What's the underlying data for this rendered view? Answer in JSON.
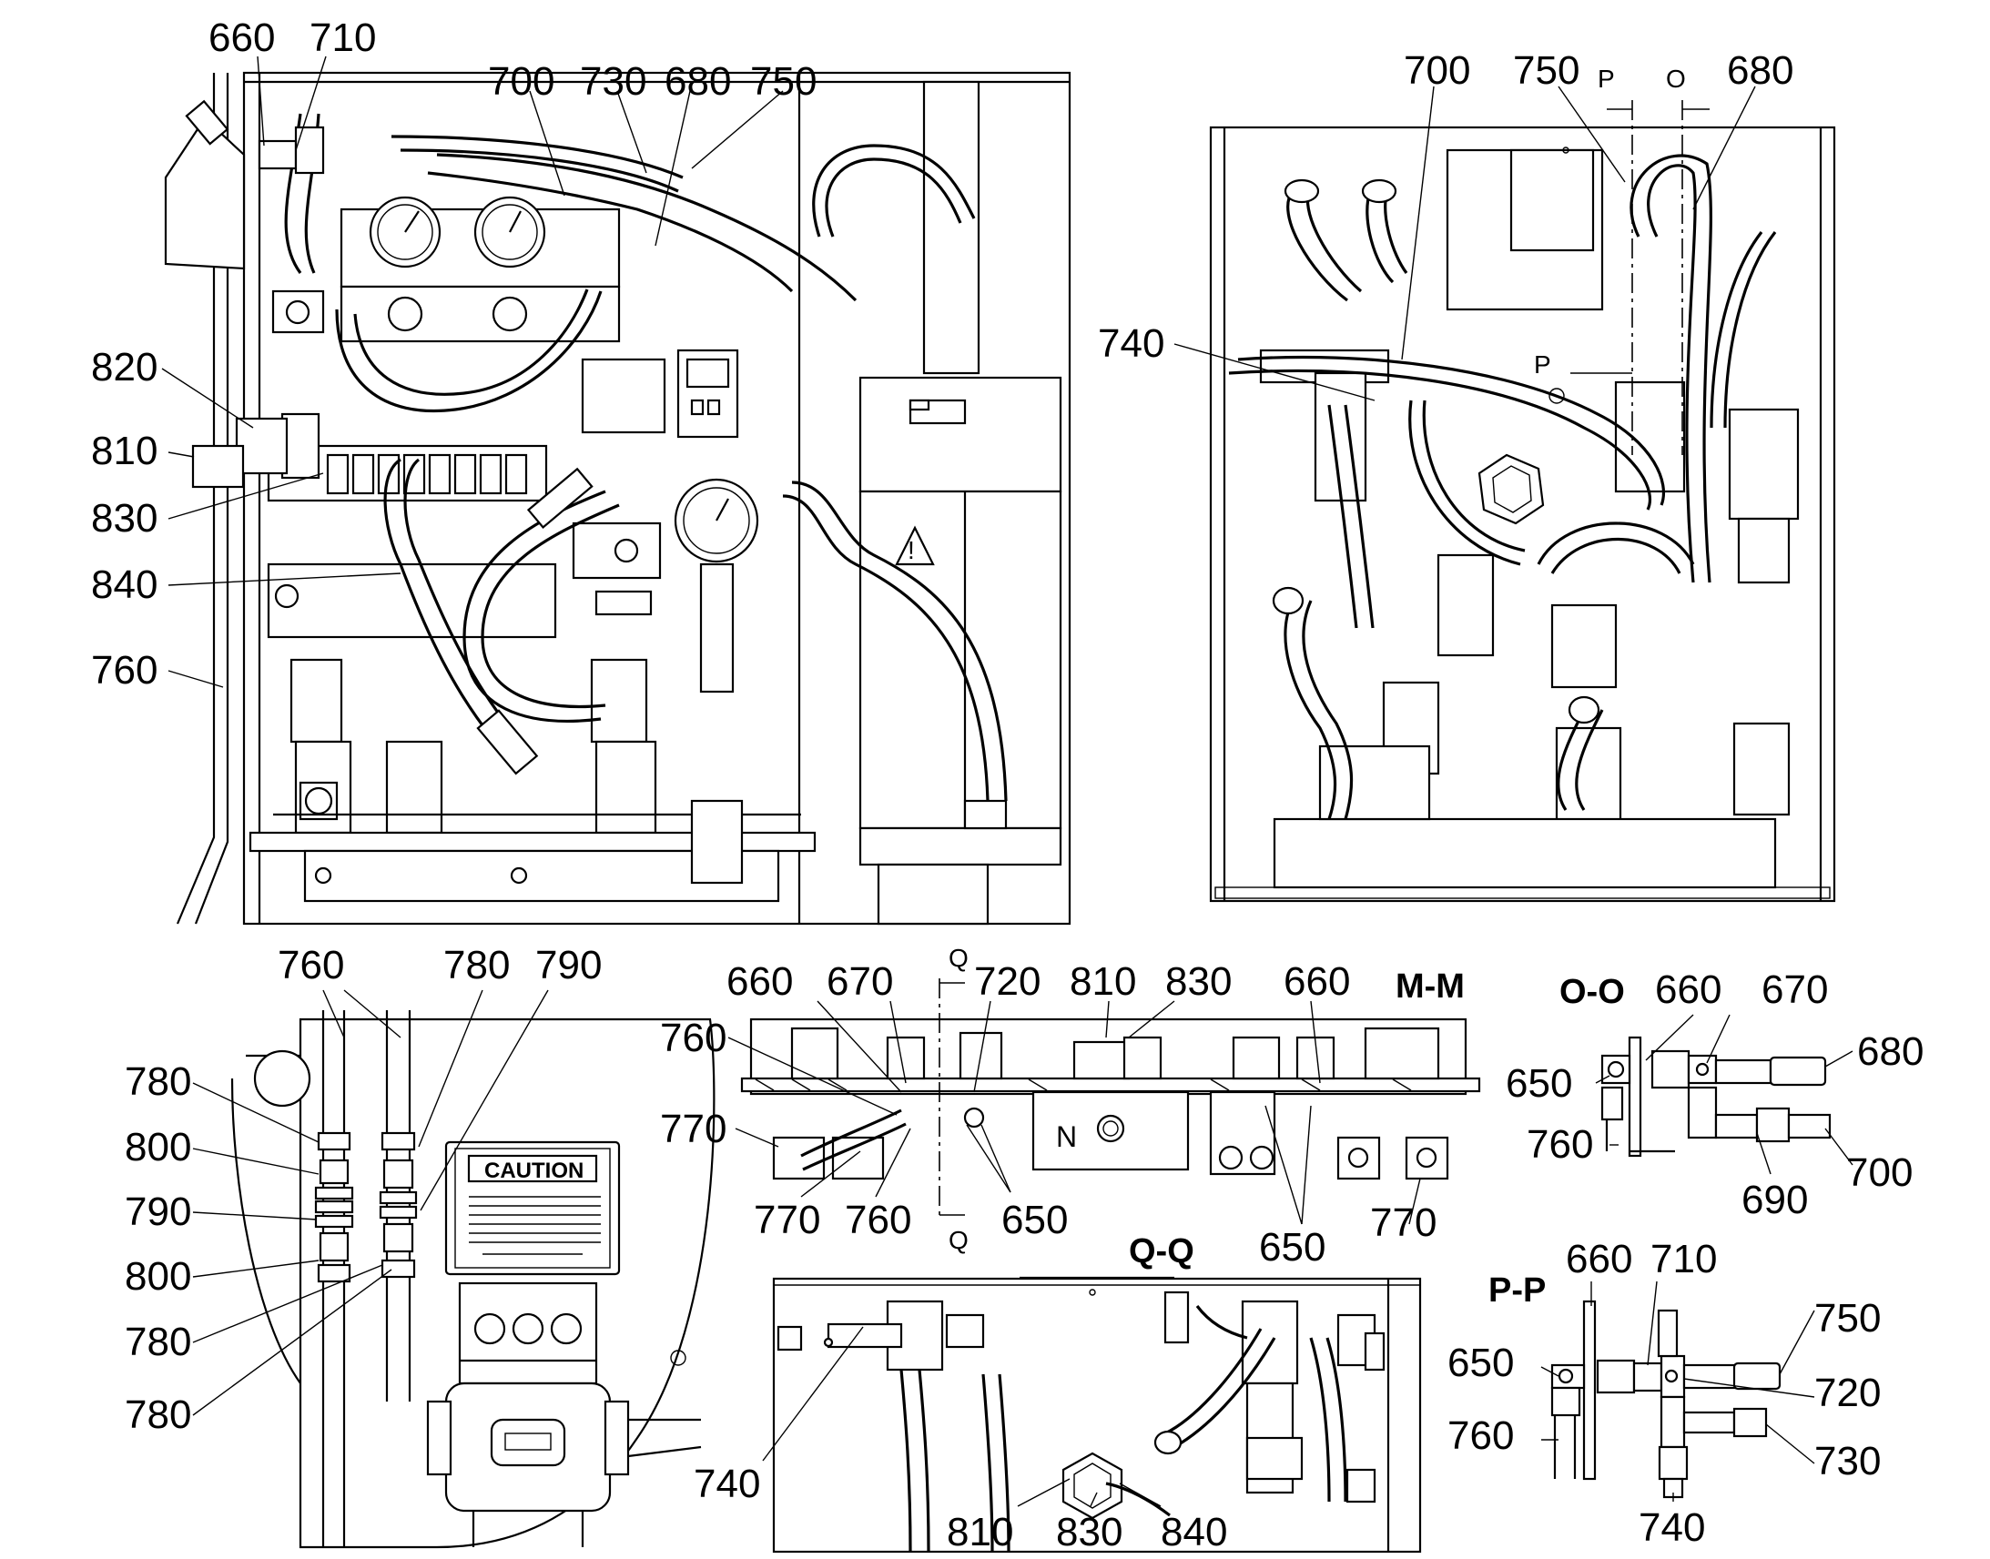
{
  "view_main": {
    "callouts": [
      "660",
      "710",
      "700",
      "730",
      "680",
      "750",
      "820",
      "810",
      "830",
      "840",
      "760"
    ]
  },
  "view_right": {
    "callouts": [
      "700",
      "750",
      "680",
      "740"
    ],
    "section_letters": [
      "P",
      "O",
      "P"
    ]
  },
  "detail_caution": {
    "callouts": [
      "760",
      "780",
      "790",
      "780",
      "800",
      "790",
      "800",
      "780",
      "780"
    ],
    "caution_title": "CAUTION"
  },
  "section_mm": {
    "title": "M-M",
    "marker_n": "N",
    "callouts": [
      "660",
      "670",
      "720",
      "810",
      "830",
      "660",
      "760",
      "770",
      "770",
      "760",
      "650",
      "650",
      "770"
    ],
    "cut_letter": "Q"
  },
  "section_oo": {
    "title": "O-O",
    "callouts": [
      "660",
      "670",
      "680",
      "650",
      "760",
      "690",
      "700"
    ]
  },
  "section_qq": {
    "title": "Q-Q",
    "callouts": [
      "740",
      "810",
      "830",
      "840"
    ]
  },
  "section_pp": {
    "title": "P-P",
    "callouts": [
      "660",
      "710",
      "750",
      "650",
      "720",
      "760",
      "730",
      "740"
    ]
  }
}
